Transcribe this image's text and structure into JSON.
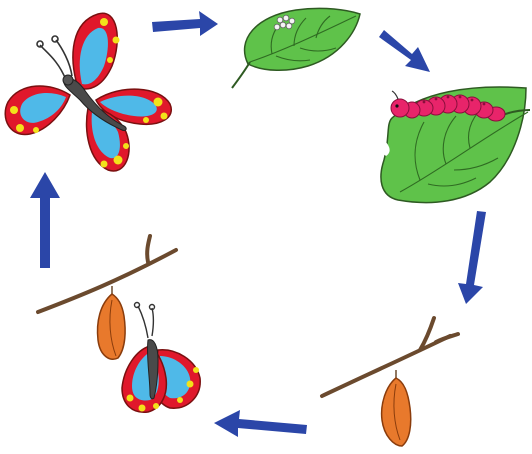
{
  "colors": {
    "arrow": "#2b46a8",
    "leaf_fill": "#5fc24a",
    "leaf_vein": "#2f6b22",
    "wing_red": "#e0182b",
    "wing_blue": "#4fb9e8",
    "wing_yellow": "#f2e21a",
    "caterpillar": "#e8246a",
    "chrysalis": "#e8792c",
    "twig": "#6b4a2e",
    "eggs": "#f4f4f4"
  },
  "stages": [
    {
      "id": "adult",
      "icon": "butterfly-icon"
    },
    {
      "id": "eggs",
      "icon": "eggs-on-leaf-icon"
    },
    {
      "id": "larva",
      "icon": "caterpillar-on-leaf-icon"
    },
    {
      "id": "pupa",
      "icon": "chrysalis-icon"
    },
    {
      "id": "emerging",
      "icon": "emerging-butterfly-icon"
    }
  ],
  "arrows": [
    {
      "from": "adult",
      "to": "eggs"
    },
    {
      "from": "eggs",
      "to": "larva"
    },
    {
      "from": "larva",
      "to": "pupa"
    },
    {
      "from": "pupa",
      "to": "emerging"
    },
    {
      "from": "emerging",
      "to": "adult"
    }
  ]
}
